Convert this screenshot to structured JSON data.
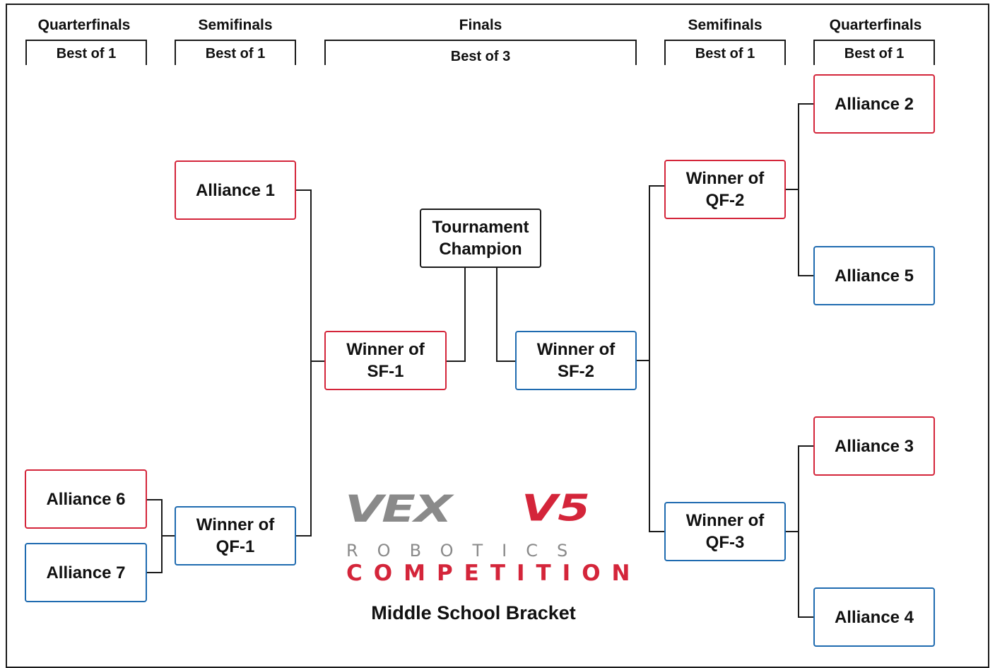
{
  "headers": {
    "left_qf": {
      "title": "Quarterfinals",
      "format": "Best of 1"
    },
    "left_sf": {
      "title": "Semifinals",
      "format": "Best of 1"
    },
    "finals": {
      "title": "Finals",
      "format": "Best of 3"
    },
    "right_sf": {
      "title": "Semifinals",
      "format": "Best of 1"
    },
    "right_qf": {
      "title": "Quarterfinals",
      "format": "Best of 1"
    }
  },
  "teams": {
    "alliance1": "Alliance 1",
    "alliance2": "Alliance 2",
    "alliance3": "Alliance 3",
    "alliance4": "Alliance 4",
    "alliance5": "Alliance 5",
    "alliance6": "Alliance 6",
    "alliance7": "Alliance 7",
    "winner_qf1": "Winner of\nQF-1",
    "winner_qf2": "Winner of\nQF-2",
    "winner_qf3": "Winner of\nQF-3",
    "winner_sf1": "Winner of\nSF-1",
    "winner_sf2": "Winner of\nSF-2",
    "champion": "Tournament\nChampion"
  },
  "logo": {
    "vex": "VEX",
    "v5": "V5",
    "robotics": "ROBOTICS",
    "competition": "COMPETITION"
  },
  "footer": "Middle School Bracket",
  "colors": {
    "red": "#d4253a",
    "blue": "#1f6bb0",
    "grey": "#8a8a8a",
    "line": "#1a1a1a"
  }
}
